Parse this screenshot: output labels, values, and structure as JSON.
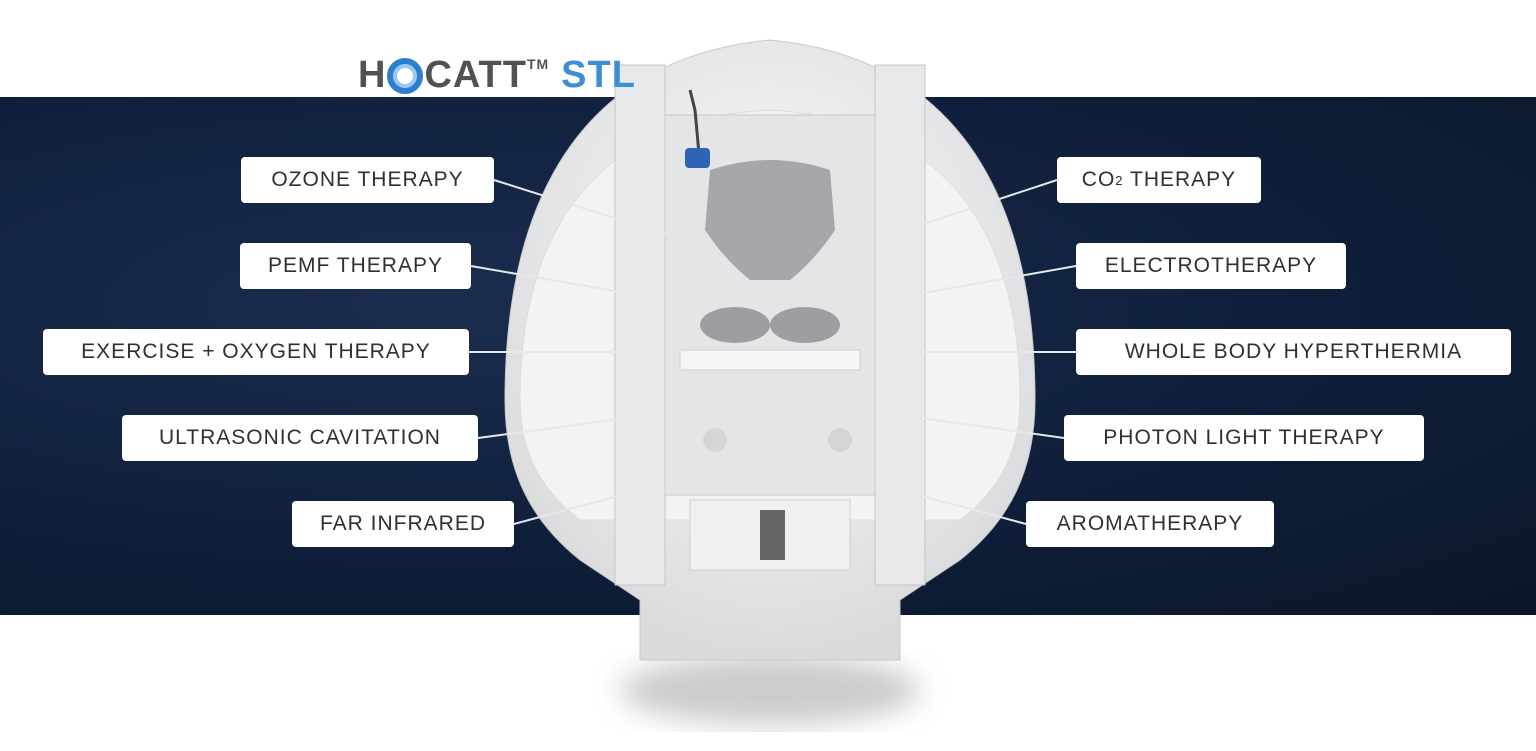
{
  "logo": {
    "brand_left": "H",
    "brand_right": "CATT",
    "trademark": "TM",
    "model": "STL"
  },
  "labels_left": [
    {
      "text": "OZONE THERAPY"
    },
    {
      "text": "PEMF THERAPY"
    },
    {
      "text": "EXERCISE + OXYGEN THERAPY"
    },
    {
      "text": "ULTRASONIC CAVITATION"
    },
    {
      "text": "FAR INFRARED"
    }
  ],
  "labels_right": [
    {
      "text_prefix": "CO",
      "text_sub": "2",
      "text_suffix": " THERAPY"
    },
    {
      "text": "ELECTROTHERAPY"
    },
    {
      "text": "WHOLE BODY HYPERTHERMIA"
    },
    {
      "text": "PHOTON LIGHT THERAPY"
    },
    {
      "text": "AROMATHERAPY"
    }
  ],
  "colors": {
    "background_band": "#0f1f3b",
    "label_bg": "#ffffff",
    "label_text": "#2f2f35",
    "logo_accent": "#3b8fd6"
  }
}
